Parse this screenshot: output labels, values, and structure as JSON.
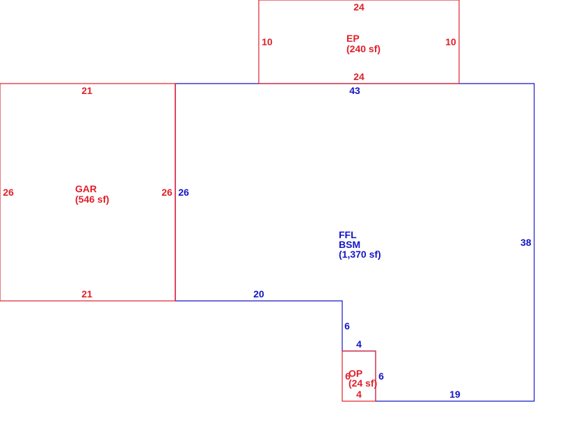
{
  "colors": {
    "red": "#e0202a",
    "blue": "#1414c8",
    "shared": "#c0207a"
  },
  "areas": {
    "ep": {
      "name": "EP",
      "area": "(240 sf)"
    },
    "gar": {
      "name": "GAR",
      "area": "(546 sf)"
    },
    "main": {
      "line1": "FFL",
      "line2": "BSM",
      "area": "(1,370 sf)"
    },
    "op": {
      "name": "OP",
      "area": "(24 sf)"
    }
  },
  "dimensions": {
    "ep_top": "24",
    "ep_left": "10",
    "ep_right": "10",
    "ep_bottom": "24",
    "main_top": "43",
    "gar_top": "21",
    "gar_left": "26",
    "gar_right": "26",
    "main_left": "26",
    "gar_bottom": "21",
    "main_right": "38",
    "main_bottom_left": "20",
    "main_step": "6",
    "op_top": "4",
    "op_left": "6",
    "op_right": "6",
    "op_bottom": "4",
    "main_bottom_right": "19"
  }
}
